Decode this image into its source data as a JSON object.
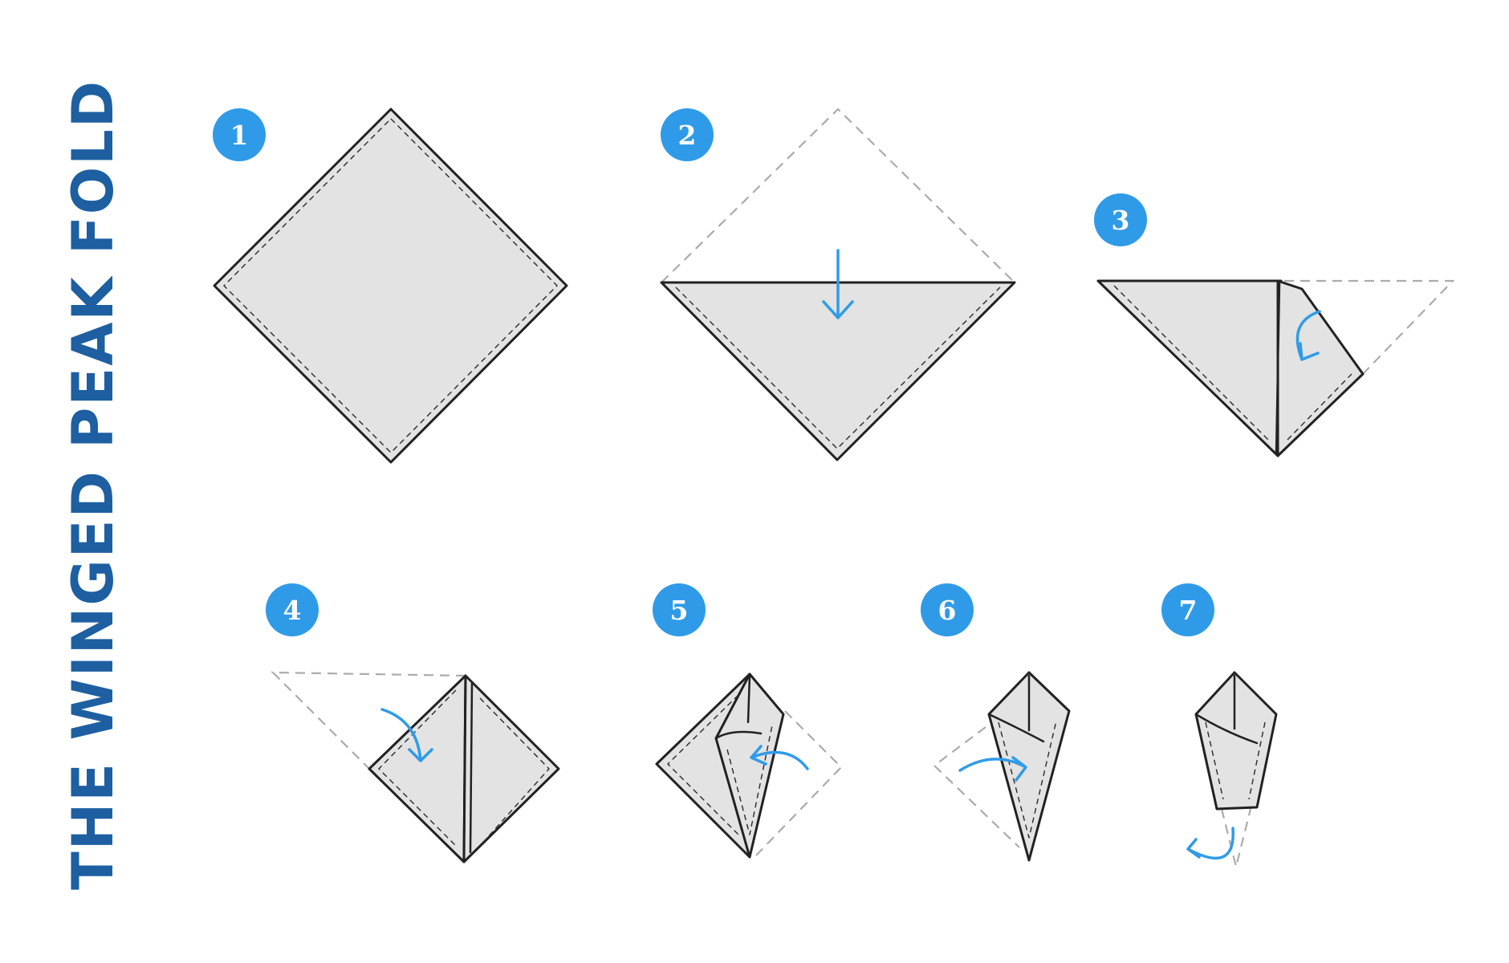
{
  "title": "THE WINGED PEAK FOLD",
  "colors": {
    "title": "#1d5fa1",
    "badge": "#2f9be8",
    "arrow": "#2f9be8",
    "cloth": "#e3e3e3",
    "outline": "#222222",
    "ghost": "#ababab"
  },
  "steps": [
    {
      "number": "1"
    },
    {
      "number": "2"
    },
    {
      "number": "3"
    },
    {
      "number": "4"
    },
    {
      "number": "5"
    },
    {
      "number": "6"
    },
    {
      "number": "7"
    }
  ]
}
